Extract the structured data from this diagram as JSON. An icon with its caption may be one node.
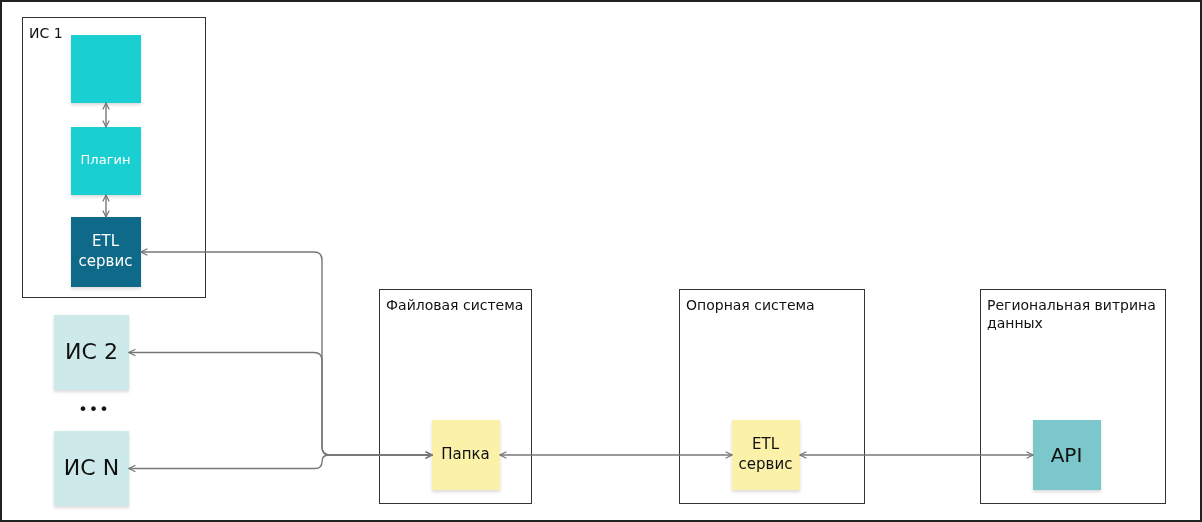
{
  "diagram": {
    "nodes": [
      {
        "text": [
          "ИС 1"
        ]
      },
      {
        "text": [],
        "shape": "box",
        "in": 0
      },
      {
        "text": [
          "Плагин"
        ],
        "in": 0
      },
      {
        "text": [
          "ETL сервис"
        ],
        "in": 0
      },
      {
        "text": [
          "ИС 2"
        ]
      },
      {
        "text": [
          "ИС N"
        ]
      },
      {
        "text": [
          "Файловая система"
        ]
      },
      {
        "text": [
          "Папка"
        ],
        "in": 6
      },
      {
        "text": [
          "Опорная система"
        ]
      },
      {
        "text": [
          "ETL сервис"
        ],
        "in": 8
      },
      {
        "text": [
          "Региональная витрина данных"
        ]
      },
      {
        "text": [
          "API"
        ],
        "in": 10
      }
    ],
    "edges": [
      {
        "from": 1,
        "to": 2,
        "arrow": "both"
      },
      {
        "from": 2,
        "to": 3,
        "arrow": "both"
      },
      {
        "from": 7,
        "to": 3,
        "arrow": "both"
      },
      {
        "from": 7,
        "to": 4,
        "arrow": "both"
      },
      {
        "from": 7,
        "to": 5,
        "arrow": "both"
      },
      {
        "from": 7,
        "to": 9,
        "arrow": "both"
      },
      {
        "from": 9,
        "to": 11,
        "arrow": "both"
      }
    ],
    "labels": [
      "•••"
    ]
  }
}
